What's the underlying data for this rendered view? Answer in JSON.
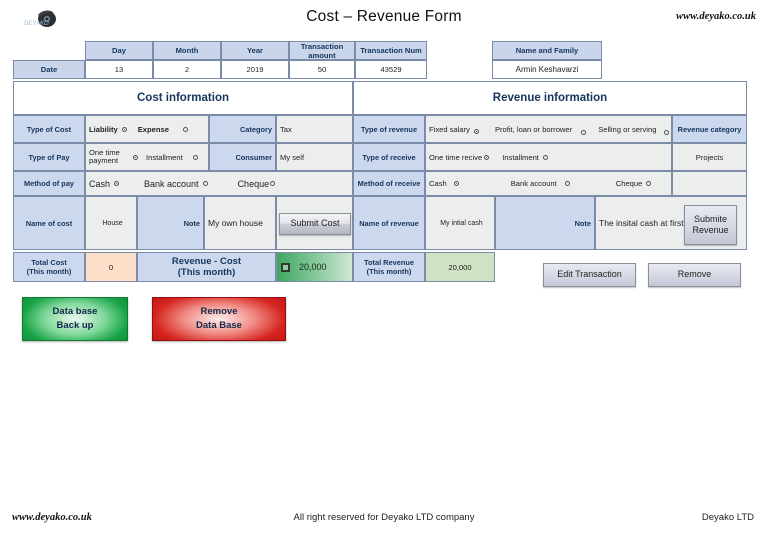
{
  "header": {
    "title": "Cost – Revenue Form",
    "website": "www.deyako.co.uk",
    "logo_name": "deyako-logo"
  },
  "date_strip": {
    "row_label": "Date",
    "columns": [
      "Day",
      "Month",
      "Year",
      "Transaction amount",
      "Transaction Num"
    ],
    "values": [
      "13",
      "2",
      "2019",
      "50",
      "43529"
    ],
    "person_header": "Name and Family",
    "person_value": "Armin Keshavarzi"
  },
  "sections": {
    "cost_title": "Cost information",
    "revenue_title": "Revenue information"
  },
  "cost": {
    "rows": {
      "type_of_cost": {
        "label": "Type of Cost",
        "options": [
          {
            "label": "Liability",
            "selected": true
          },
          {
            "label": "Expense",
            "selected": false
          }
        ],
        "right_label": "Category",
        "right_value": "Tax"
      },
      "type_of_pay": {
        "label": "Type of Pay",
        "options": [
          {
            "label": "One time payment",
            "selected": true
          },
          {
            "label": "Installment",
            "selected": false
          }
        ],
        "right_label": "Consumer",
        "right_value": "My self"
      },
      "method_of_pay": {
        "label": "Method of pay",
        "options": [
          {
            "label": "Cash",
            "selected": true
          },
          {
            "label": "Bank account",
            "selected": false
          },
          {
            "label": "Cheque",
            "selected": false
          }
        ]
      },
      "name_of_cost": {
        "label": "Name of cost",
        "value": "House",
        "note_label": "Note",
        "note_value": "My own house"
      }
    },
    "submit_label": "Submit Cost",
    "total_label_line1": "Total Cost",
    "total_label_line2": "(This month)",
    "total_value": "0"
  },
  "revenue": {
    "rows": {
      "type_of_revenue": {
        "label": "Type of revenue",
        "options": [
          {
            "label": "Fixed salary",
            "selected": true
          },
          {
            "label": "Profit, loan or borrower",
            "selected": false
          },
          {
            "label": "Selling or serving",
            "selected": false
          }
        ],
        "category_header": "Revenue category"
      },
      "type_of_receive": {
        "label": "Type of receive",
        "options": [
          {
            "label": "One time recive",
            "selected": true
          },
          {
            "label": "Installment",
            "selected": false
          }
        ],
        "category_value": "Projects"
      },
      "method_of_receive": {
        "label": "Method of receive",
        "options": [
          {
            "label": "Cash",
            "selected": true
          },
          {
            "label": "Bank account",
            "selected": false
          },
          {
            "label": "Cheque",
            "selected": false
          }
        ]
      },
      "name_of_revenue": {
        "label": "Name of revenue",
        "value": "My intial cash",
        "note_label": "Note",
        "note_value": "The insital cash at first of the month"
      }
    },
    "submit_label_line1": "Submite",
    "submit_label_line2": "Revenue",
    "total_label_line1": "Total Revenue",
    "total_label_line2": "(This month)",
    "total_value": "20,000"
  },
  "difference": {
    "label_line1": "Revenue - Cost",
    "label_line2": "(This month)",
    "value": "20,000",
    "marker_icon": "square-marker-icon"
  },
  "actions": {
    "edit_label": "Edit Transaction",
    "remove_label": "Remove",
    "backup_line1": "Data base",
    "backup_line2": "Back up",
    "remove_db_line1": "Remove",
    "remove_db_line2": "Data Base"
  },
  "footer": {
    "left": "www.deyako.co.uk",
    "center": "All right reserved for Deyako LTD company",
    "right": "Deyako LTD"
  },
  "colors": {
    "header_blue": "#c9d5ea",
    "label_blue": "#ccd8ee",
    "text_navy": "#16365c",
    "field_grey": "#eceded",
    "border": "#7b8ba8",
    "peach": "#fbdfc9",
    "green": "#cfe3c4",
    "db_green": "#19a347",
    "db_red": "#d6241f"
  }
}
